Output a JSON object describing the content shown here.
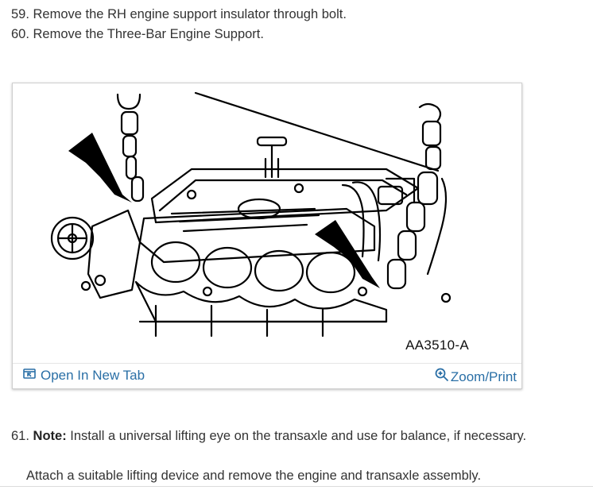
{
  "steps": {
    "s59": "59. Remove the RH engine support insulator through bolt.",
    "s60": "60. Remove the Three-Bar Engine Support.",
    "s61_num": "61.",
    "s61_note": "Note:",
    "s61_text": " Install a universal lifting eye on the transaxle and use for balance, if necessary.",
    "attach": "Attach a suitable lifting device and remove the engine and transaxle assembly."
  },
  "figure": {
    "id_label": "AA3510-A",
    "open_tab": "Open In New Tab",
    "zoom_print": "Zoom/Print",
    "open_icon": "open-new-tab-icon",
    "zoom_icon": "zoom-magnifier-icon",
    "link_color": "#2a6fa6"
  }
}
